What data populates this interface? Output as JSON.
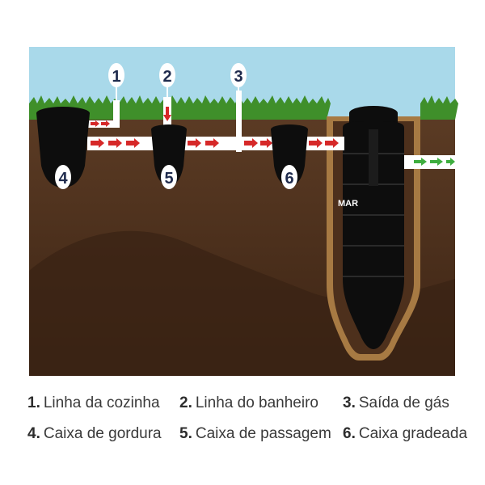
{
  "diagram": {
    "markers": [
      {
        "id": "1",
        "kind": "callout"
      },
      {
        "id": "2",
        "kind": "callout"
      },
      {
        "id": "3",
        "kind": "callout"
      },
      {
        "id": "4",
        "kind": "box"
      },
      {
        "id": "5",
        "kind": "box"
      },
      {
        "id": "6",
        "kind": "box"
      }
    ],
    "tank_label": "MAR",
    "colors": {
      "sky": "#a9d9ea",
      "grass": "#3f8f2a",
      "soil_top": "#5a3a24",
      "soil_bottom": "#3e2616",
      "gravel": "#a77a43",
      "tank": "#0d0d0d",
      "pipe": "#ffffff",
      "arrow_red": "#d62828",
      "arrow_green": "#3fae3f"
    }
  },
  "legend": {
    "items": [
      {
        "num": "1.",
        "text": "Linha da cozinha"
      },
      {
        "num": "2.",
        "text": "Linha do banheiro"
      },
      {
        "num": "3.",
        "text": "Saída de gás"
      },
      {
        "num": "4.",
        "text": "Caixa de gordura"
      },
      {
        "num": "5.",
        "text": "Caixa de passagem"
      },
      {
        "num": "6.",
        "text": "Caixa gradeada"
      }
    ]
  }
}
